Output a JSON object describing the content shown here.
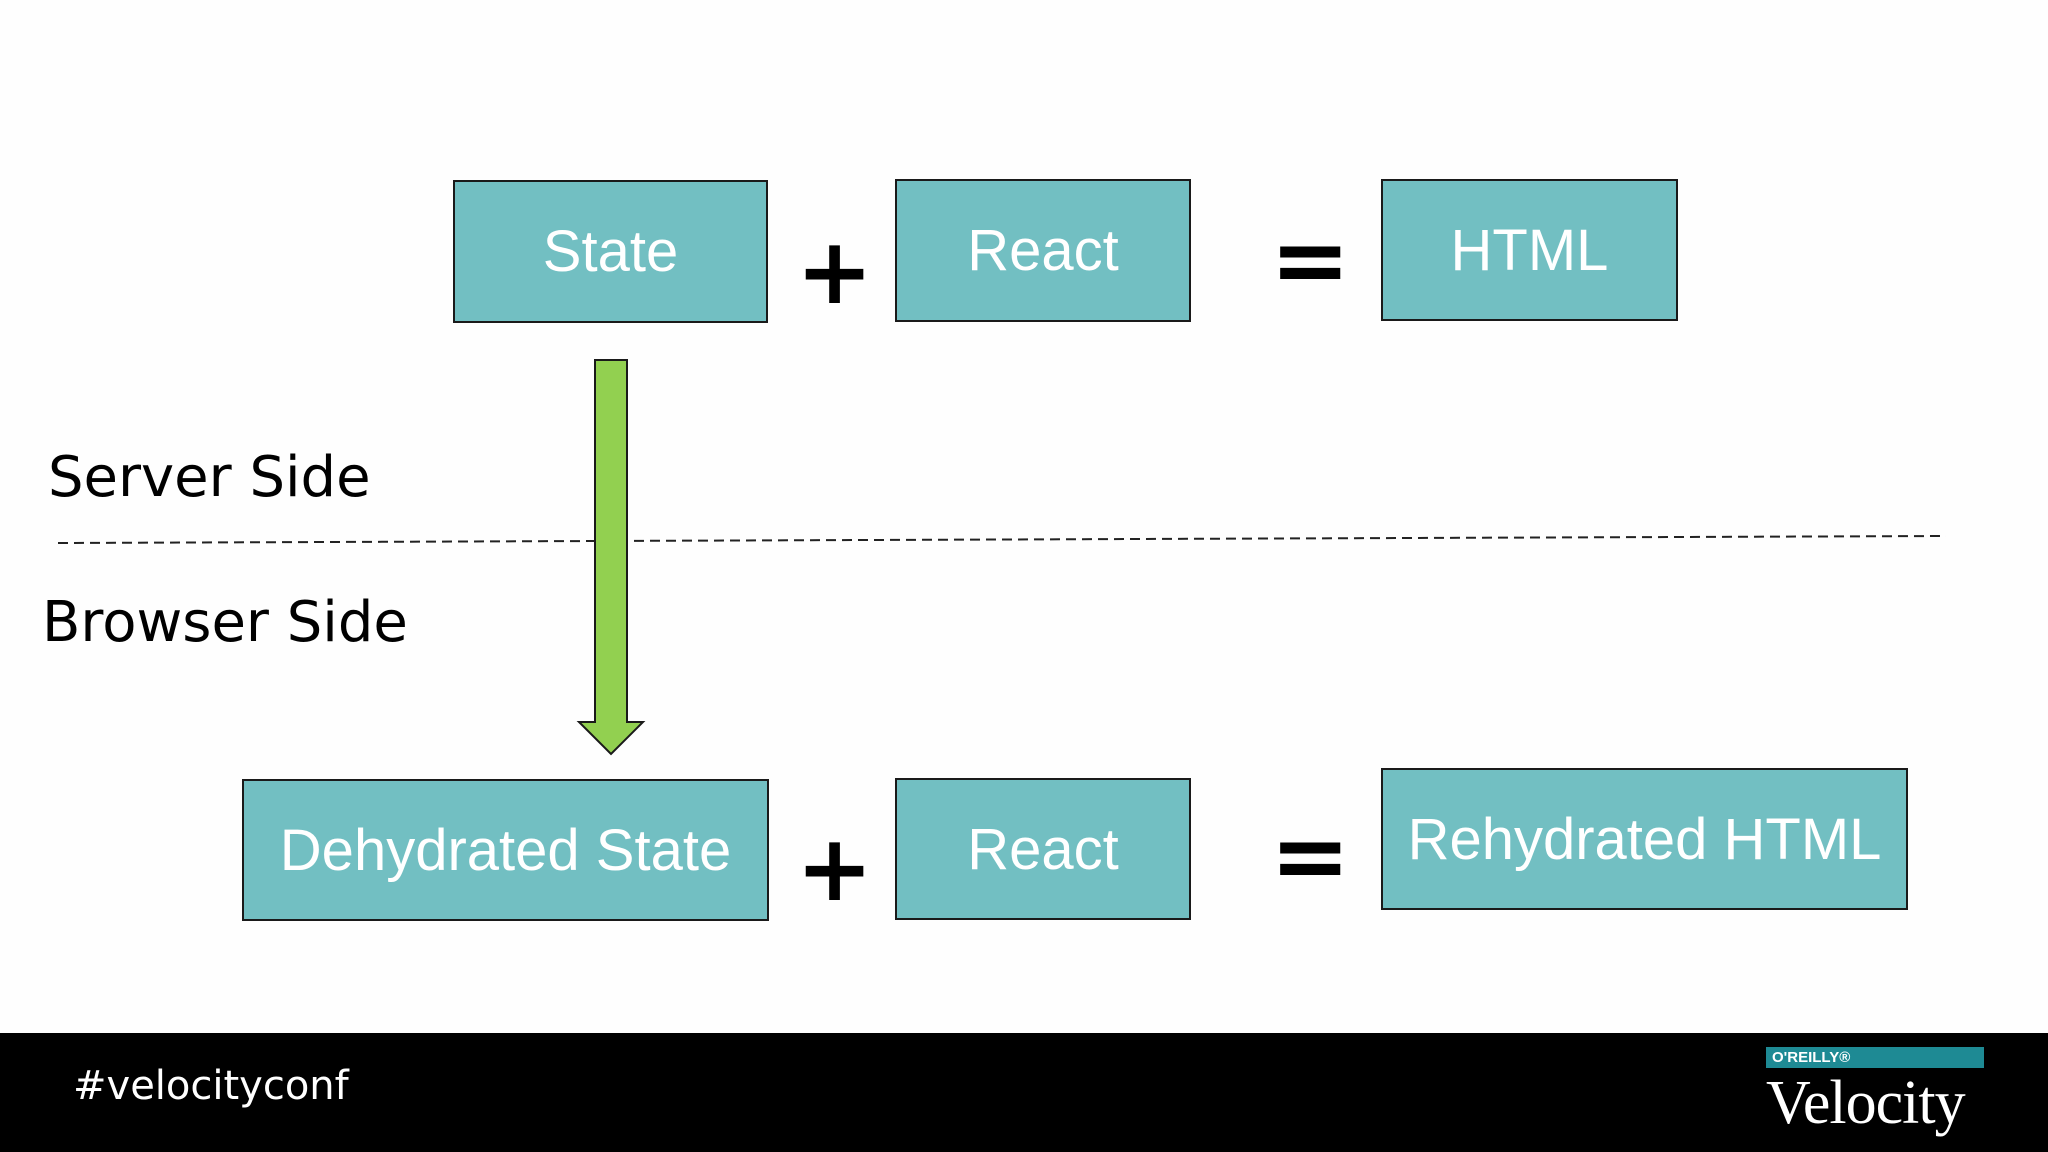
{
  "diagram": {
    "top_row": {
      "state_box": "State",
      "plus": "+",
      "react_box": "React",
      "equals": "=",
      "result_box": "HTML"
    },
    "bottom_row": {
      "state_box": "Dehydrated State",
      "plus": "+",
      "react_box": "React",
      "equals": "=",
      "result_box": "Rehydrated HTML"
    },
    "server_label": "Server Side",
    "browser_label": "Browser Side",
    "arrow_color": "#92d050",
    "box_color": "#72bfc2"
  },
  "footer": {
    "hashtag": "#velocityconf",
    "oreilly": "O'REILLY®",
    "brand": "Velocity"
  }
}
